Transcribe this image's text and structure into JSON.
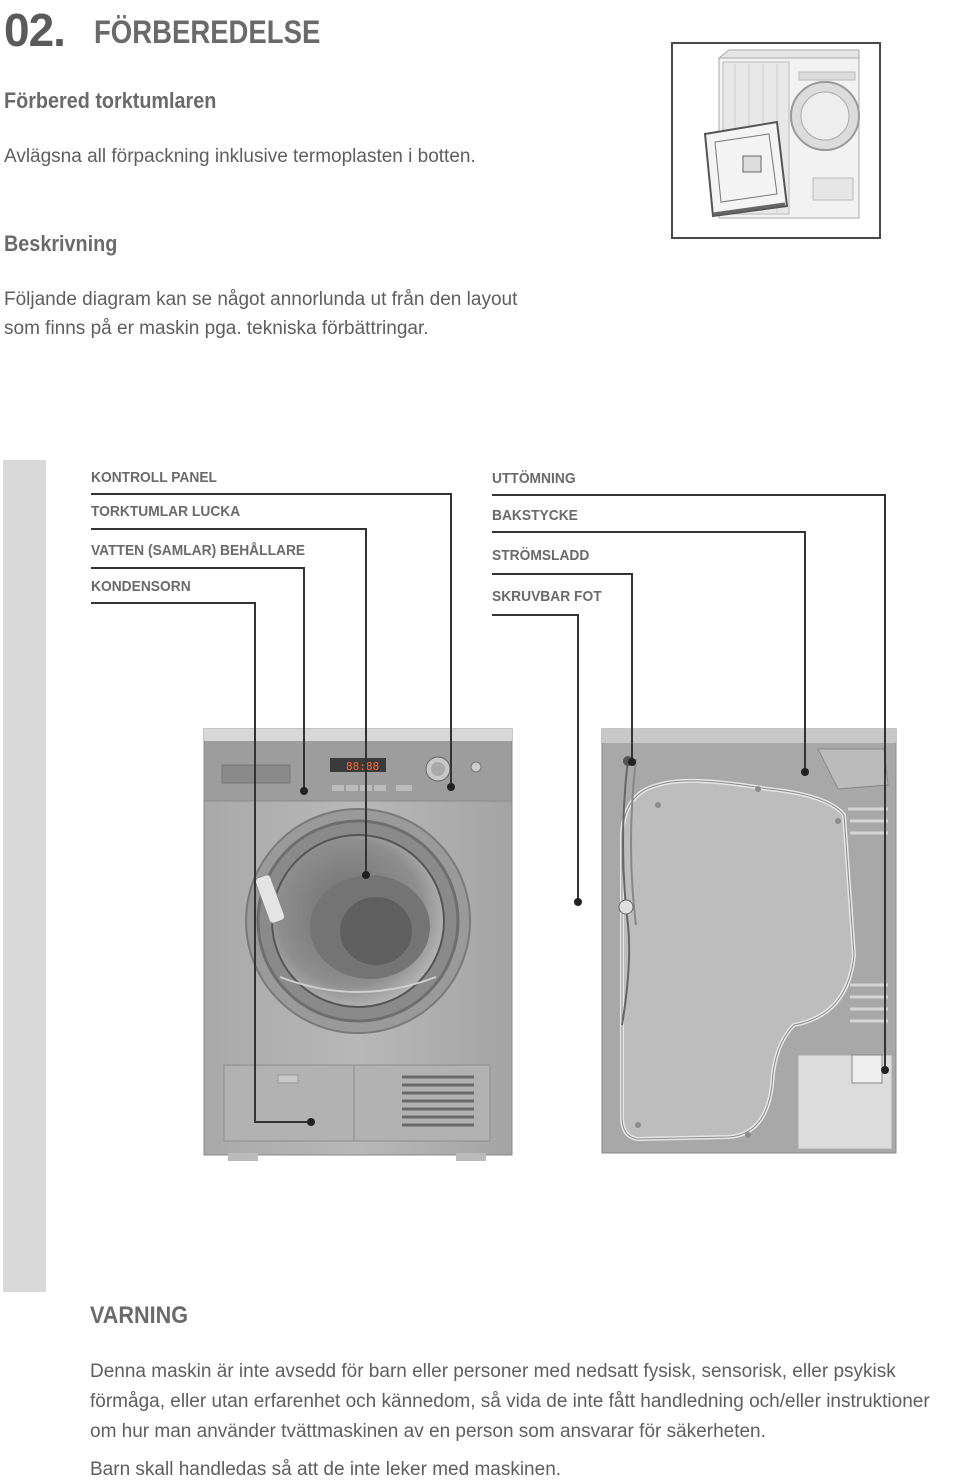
{
  "section": {
    "number": "02.",
    "title": "FÖRBEREDELSE"
  },
  "prepare": {
    "heading": "Förbered torktumlaren",
    "text": "Avlägsna all förpackning inklusive termoplasten i botten."
  },
  "description": {
    "heading": "Beskrivning",
    "line1": "Följande diagram kan se något annorlunda ut från den layout",
    "line2": "som finns på er maskin pga. tekniska förbättringar."
  },
  "labels": {
    "control_panel": "KONTROLL PANEL",
    "door": "TORKTUMLAR LUCKA",
    "water_container": "VATTEN (SAMLAR) BEHÅLLARE",
    "condenser": "KONDENSORN",
    "drain": "UTTÖMNING",
    "back_panel": "BAKSTYCKE",
    "power_cord": "STRÖMSLADD",
    "adjustable_foot": "SKRUVBAR FOT"
  },
  "display_digits": "88:88",
  "warning": {
    "heading": "VARNING",
    "text": "Denna maskin är inte avsedd för barn eller personer med nedsatt fysisk, sensorisk, eller psykisk förmåga, eller utan erfarenhet och kännedom, så vida de inte fått handledning och/eller instruktioner om hur man använder tvättmaskinen av en person som ansvarar för säkerheten.",
    "extra": "Barn skall handledas så att de inte leker med maskinen."
  }
}
